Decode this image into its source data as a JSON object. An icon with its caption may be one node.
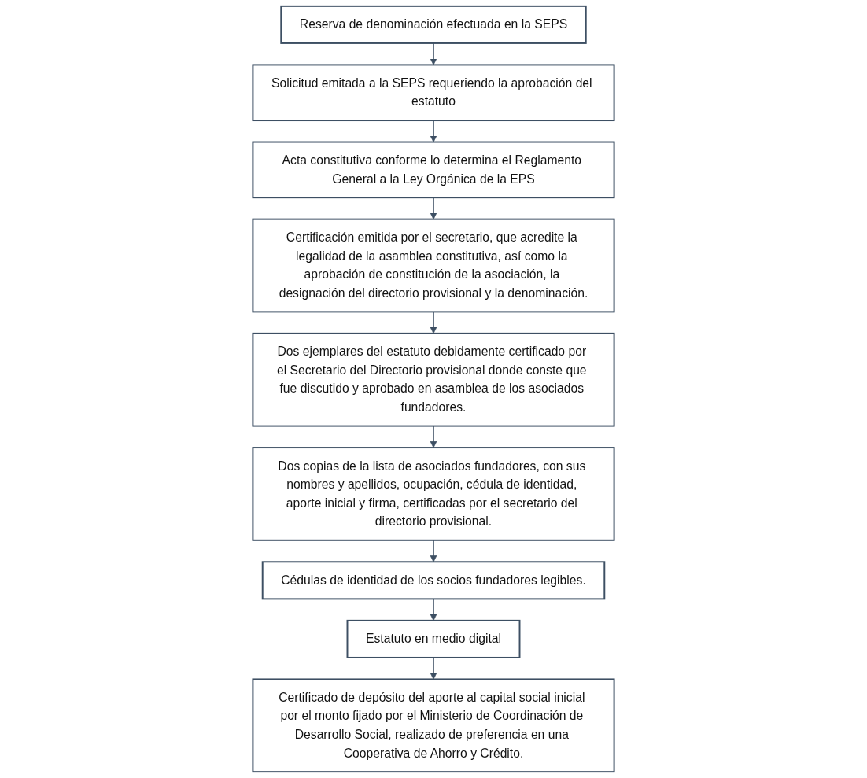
{
  "diagram": {
    "nodes": [
      {
        "text": [
          "Reserva de denominación efectuada en la SEPS"
        ]
      },
      {
        "text": [
          "Solicitud emitada a la SEPS requeriendo la aprobación del estatuto"
        ]
      },
      {
        "text": [
          "Acta constitutiva conforme lo determina el Reglamento General a la Ley Orgánica de la EPS"
        ]
      },
      {
        "text": [
          "Certificación emitida por el secretario, que acredite la legalidad de la asamblea constitutiva, así como la aprobación de constitución de la asociación, la designación del directorio provisional y la denominación."
        ]
      },
      {
        "text": [
          "Dos ejemplares del estatuto debidamente certificado por el Secretario del Directorio provisional donde conste que fue discutido y aprobado en asamblea de los asociados fundadores."
        ]
      },
      {
        "text": [
          "Dos copias de la lista de asociados fundadores, con sus nombres y apellidos, ocupación, cédula de identidad, aporte inicial y firma, certificadas por el secretario del directorio provisional."
        ]
      },
      {
        "text": [
          "Cédulas de identidad de los socios fundadores legibles."
        ]
      },
      {
        "text": [
          "Estatuto en medio digital"
        ]
      },
      {
        "text": [
          "Certificado de depósito del aporte al capital social inicial por el monto fijado por el Ministerio de Coordinación de Desarrollo Social, realizado de preferencia en una Cooperativa de Ahorro y Crédito."
        ]
      }
    ],
    "edges": [
      {
        "from": 0,
        "to": 1,
        "arrow": "to"
      },
      {
        "from": 1,
        "to": 2,
        "arrow": "to"
      },
      {
        "from": 2,
        "to": 3,
        "arrow": "to"
      },
      {
        "from": 3,
        "to": 4,
        "arrow": "to"
      },
      {
        "from": 4,
        "to": 5,
        "arrow": "to"
      },
      {
        "from": 5,
        "to": 6,
        "arrow": "to"
      },
      {
        "from": 6,
        "to": 7,
        "arrow": "to"
      },
      {
        "from": 7,
        "to": 8,
        "arrow": "to"
      }
    ]
  }
}
